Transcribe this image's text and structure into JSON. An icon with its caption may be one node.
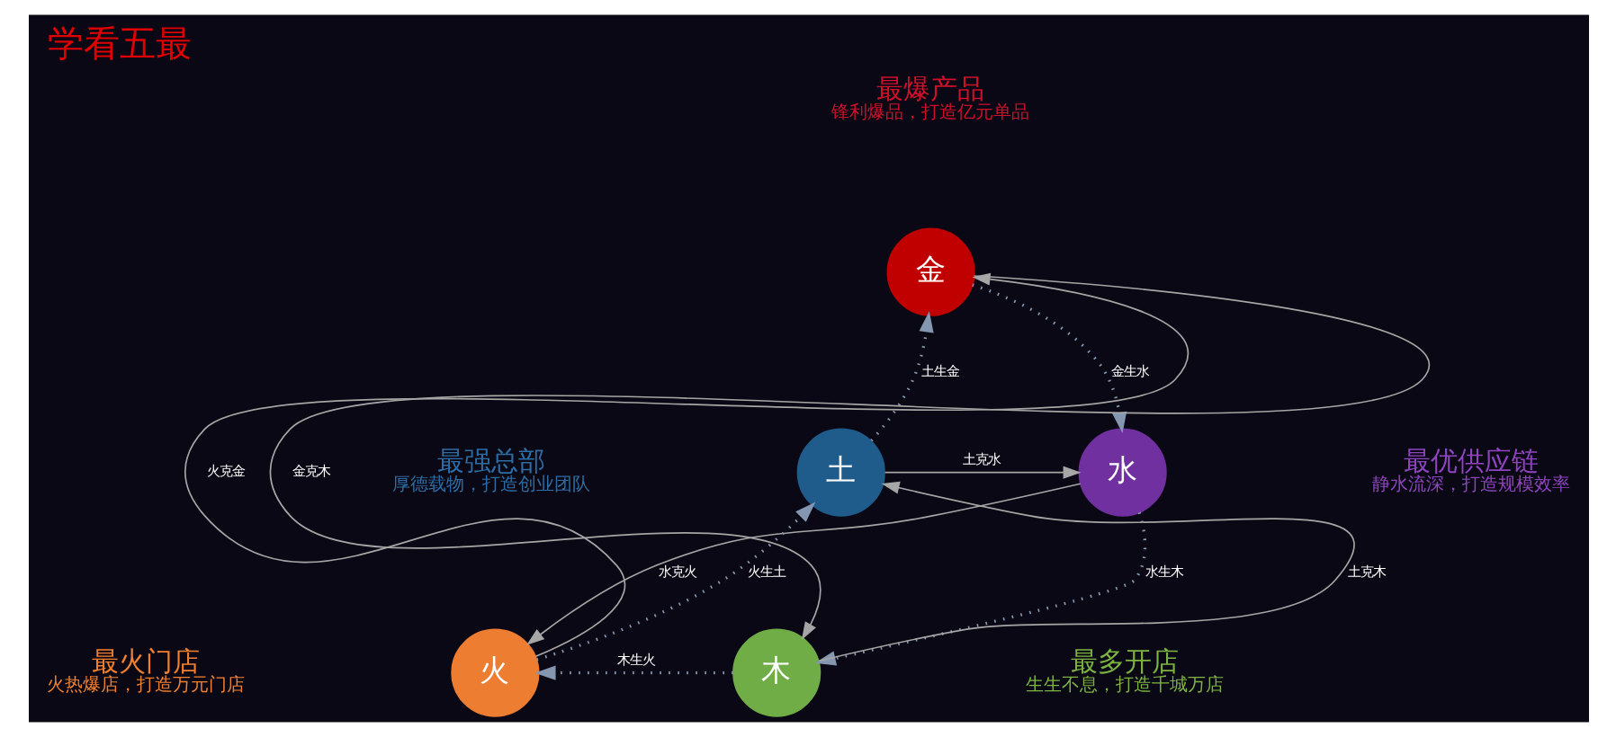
{
  "diagram": {
    "title": "学看五最",
    "nodes": [
      {
        "text": [
          "金"
        ],
        "beside": [
          "最爆产品",
          "锋利爆品，打造亿元单品"
        ]
      },
      {
        "text": [
          "土"
        ],
        "beside": [
          "最强总部",
          "厚德载物，打造创业团队"
        ]
      },
      {
        "text": [
          "水"
        ],
        "beside": [
          "最优供应链",
          "静水流深，打造规模效率"
        ]
      },
      {
        "text": [
          "火"
        ],
        "beside": [
          "最火门店",
          "火热爆店，打造万元门店"
        ]
      },
      {
        "text": [
          "木"
        ],
        "beside": [
          "最多开店",
          "生生不息，打造千城万店"
        ]
      }
    ],
    "edges": [
      {
        "from": 1,
        "to": 0,
        "arrow": "to",
        "label": "土生金",
        "style": "dashed",
        "color": "#8496b0"
      },
      {
        "from": 0,
        "to": 2,
        "arrow": "to",
        "label": "金生水",
        "style": "dashed",
        "color": "#8496b0"
      },
      {
        "from": 2,
        "to": 4,
        "arrow": "to",
        "label": "水生木",
        "style": "dashed",
        "color": "#8496b0"
      },
      {
        "from": 4,
        "to": 3,
        "arrow": "to",
        "label": "木生火",
        "style": "dashed",
        "color": "#8496b0"
      },
      {
        "from": 3,
        "to": 1,
        "arrow": "to",
        "label": "火生土",
        "style": "dashed",
        "color": "#8496b0"
      },
      {
        "from": 1,
        "to": 2,
        "arrow": "to",
        "label": "土克水"
      },
      {
        "from": 3,
        "to": 0,
        "arrow": "to",
        "label": "火克金"
      },
      {
        "from": 0,
        "to": 4,
        "arrow": "to",
        "label": "金克木"
      },
      {
        "from": 2,
        "to": 3,
        "arrow": "to",
        "label": "水克火"
      },
      {
        "from": 4,
        "to": 1,
        "arrow": "to",
        "label": "土克木"
      }
    ]
  }
}
